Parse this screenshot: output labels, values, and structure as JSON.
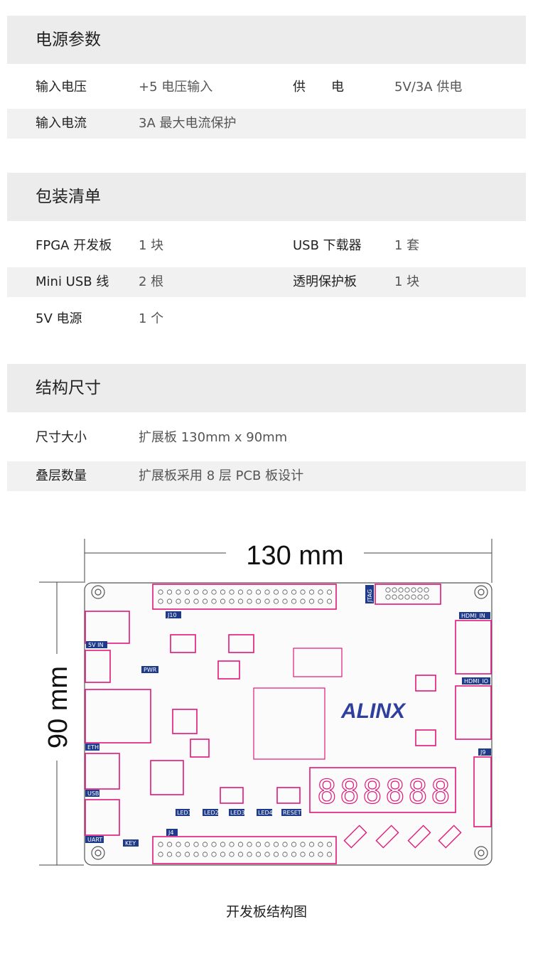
{
  "sections": {
    "power": {
      "title": "电源参数",
      "rows": [
        {
          "label": "输入电压",
          "value": "+5 电压输入",
          "label2": "供　　电",
          "value2": "5V/3A 供电"
        },
        {
          "label": "输入电流",
          "value": "3A 最大电流保护"
        }
      ]
    },
    "package": {
      "title": "包装清单",
      "rows": [
        {
          "label": "FPGA 开发板",
          "value": "1 块",
          "label2": "USB 下载器",
          "value2": "1 套"
        },
        {
          "label": "Mini USB 线",
          "value": "2 根",
          "label2": "透明保护板",
          "value2": "1 块"
        },
        {
          "label": "5V 电源",
          "value": "1 个"
        }
      ]
    },
    "structure": {
      "title": "结构尺寸",
      "rows": [
        {
          "label": "尺寸大小",
          "value": "扩展板 130mm x 90mm"
        },
        {
          "label": "叠层数量",
          "value": "扩展板采用 8 层 PCB 板设计"
        }
      ]
    }
  },
  "diagram": {
    "width_label": "130 mm",
    "height_label": "90 mm",
    "brand": "ALINX",
    "board_labels": [
      "J10",
      "JTAG",
      "HDMI_IN",
      "HDMI_IO",
      "5V IN",
      "PWR",
      "ETH",
      "USB",
      "UART",
      "J9",
      "J4",
      "LED1",
      "LED2",
      "LED3",
      "LED4",
      "RESET",
      "KEY"
    ],
    "caption": "开发板结构图",
    "colors": {
      "outline": "#e0177a",
      "label": "#1e3a8a",
      "brand": "#2e3f9e"
    }
  }
}
